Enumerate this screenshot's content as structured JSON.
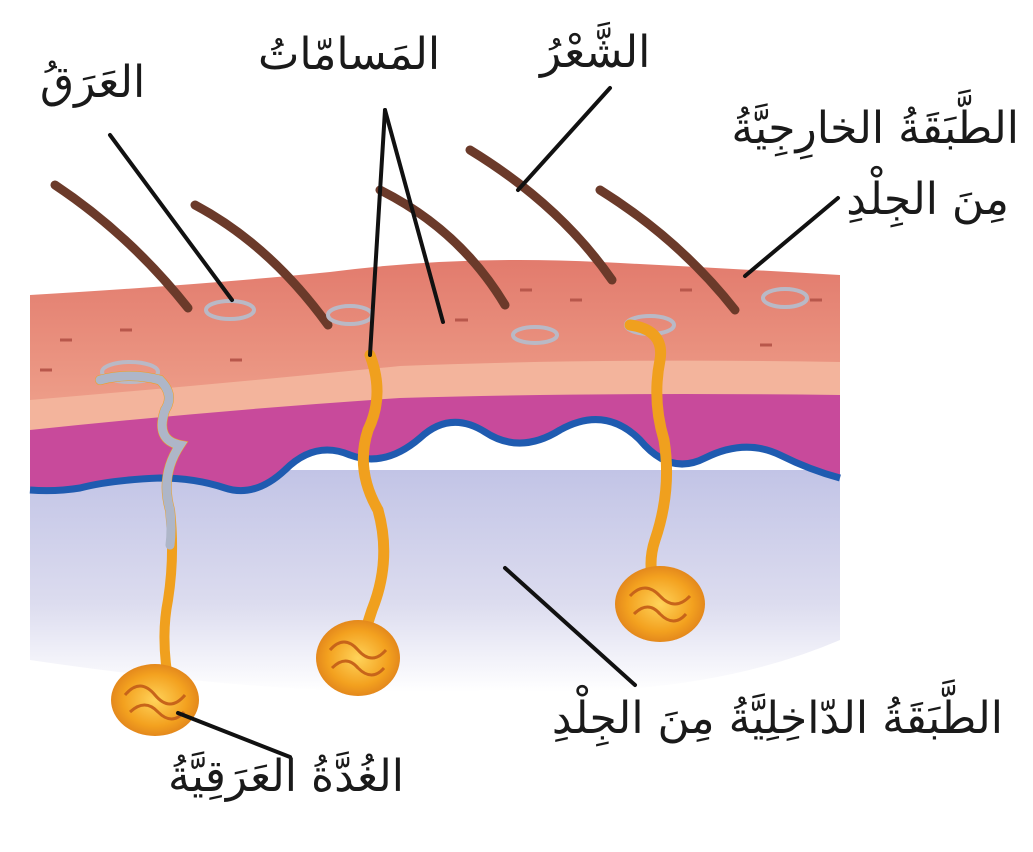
{
  "labels": {
    "sweat": "العَرَقُ",
    "pores": "المَسامّاتُ",
    "hair": "الشَّعْرُ",
    "epidermis_line1": "الطَّبَقَةُ الخارِجِيَّةُ",
    "epidermis_line2": "مِنَ الجِلْدِ",
    "dermis": "الطَّبَقَةُ الدّاخِلِيَّةُ مِنَ الجِلْدِ",
    "sweat_gland": "الغُدَّةُ العَرَقِيَّةُ"
  },
  "colors": {
    "epidermis": "#e58a7c",
    "epidermis_band": "#f2b39a",
    "dermis_pink": "#c84a9b",
    "boundary_line": "#1f5bb0",
    "lower_layer": "#c9cbe9",
    "gland": "#f0a01e",
    "hair": "#6b3a2a",
    "leader_line": "#111111"
  }
}
